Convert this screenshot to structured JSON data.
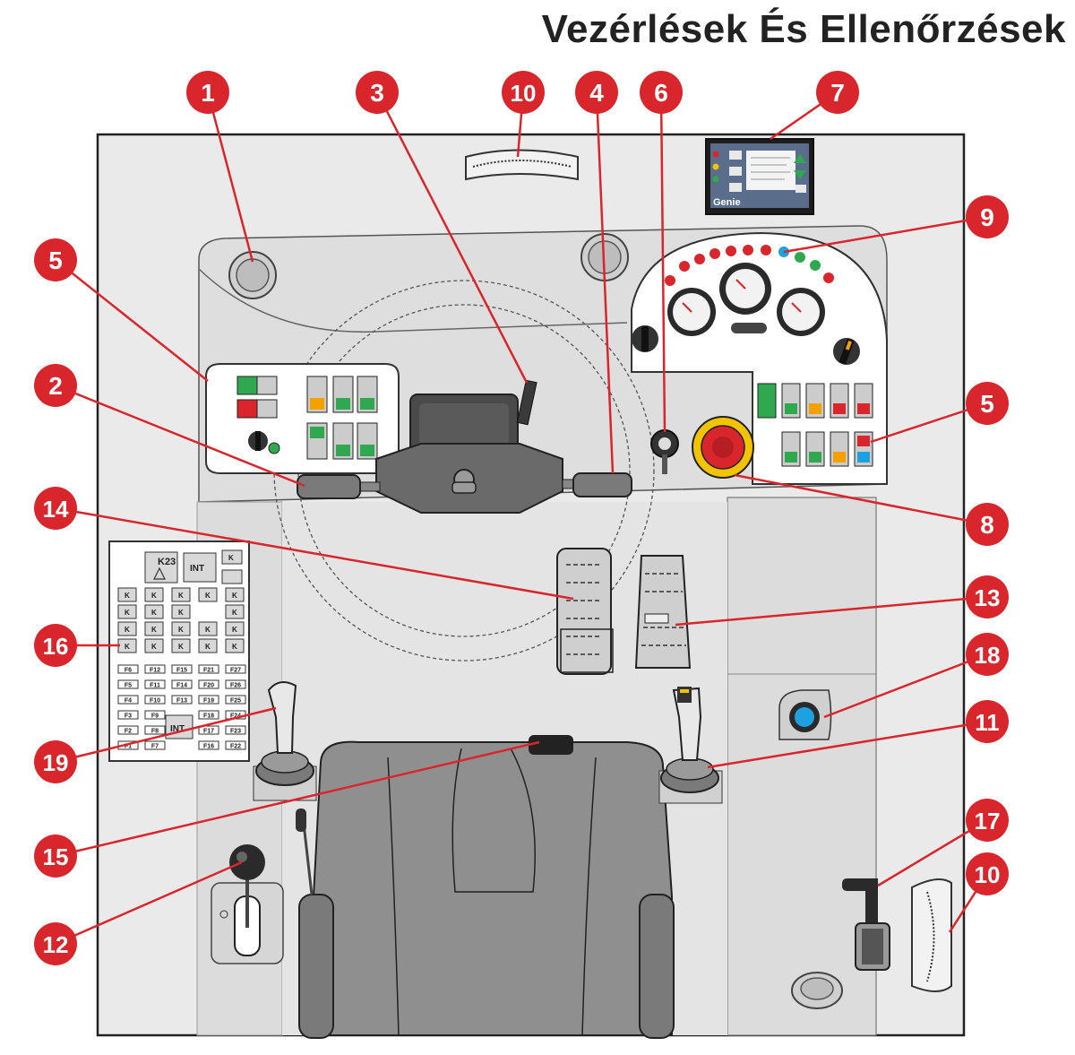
{
  "title": "Vezérlések És Ellenőrzések",
  "colors": {
    "callout": "#d9262c",
    "panel": "#e2e2e2",
    "outline": "#222222",
    "seat": "#8f8f8f",
    "estop": "#d9262c",
    "estop_ring": "#f2c300"
  },
  "callouts": [
    {
      "id": "c1",
      "label": "1"
    },
    {
      "id": "c3",
      "label": "3"
    },
    {
      "id": "c10a",
      "label": "10"
    },
    {
      "id": "c4",
      "label": "4"
    },
    {
      "id": "c6",
      "label": "6"
    },
    {
      "id": "c7",
      "label": "7"
    },
    {
      "id": "c9",
      "label": "9"
    },
    {
      "id": "c5a",
      "label": "5"
    },
    {
      "id": "c2",
      "label": "2"
    },
    {
      "id": "c5b",
      "label": "5"
    },
    {
      "id": "c8",
      "label": "8"
    },
    {
      "id": "c14",
      "label": "14"
    },
    {
      "id": "c13",
      "label": "13"
    },
    {
      "id": "c16",
      "label": "16"
    },
    {
      "id": "c18",
      "label": "18"
    },
    {
      "id": "c11",
      "label": "11"
    },
    {
      "id": "c19",
      "label": "19"
    },
    {
      "id": "c15",
      "label": "15"
    },
    {
      "id": "c17",
      "label": "17"
    },
    {
      "id": "c10b",
      "label": "10"
    },
    {
      "id": "c12",
      "label": "12"
    }
  ],
  "fuse_panel": {
    "relay_label": "K23",
    "int_label": "INT",
    "relay_k": "K",
    "fuse_rows": [
      [
        "F6",
        "F12",
        "F15",
        "F21",
        "F27"
      ],
      [
        "F5",
        "F11",
        "F14",
        "F20",
        "F26"
      ],
      [
        "F4",
        "F10",
        "F13",
        "F19",
        "F25"
      ],
      [
        "F3",
        "F9",
        "",
        "F18",
        "F24"
      ],
      [
        "F2",
        "F8",
        "",
        "F17",
        "F23"
      ],
      [
        "F1",
        "F7",
        "",
        "F16",
        "F22"
      ]
    ]
  },
  "display": {
    "brand": "Genie"
  }
}
